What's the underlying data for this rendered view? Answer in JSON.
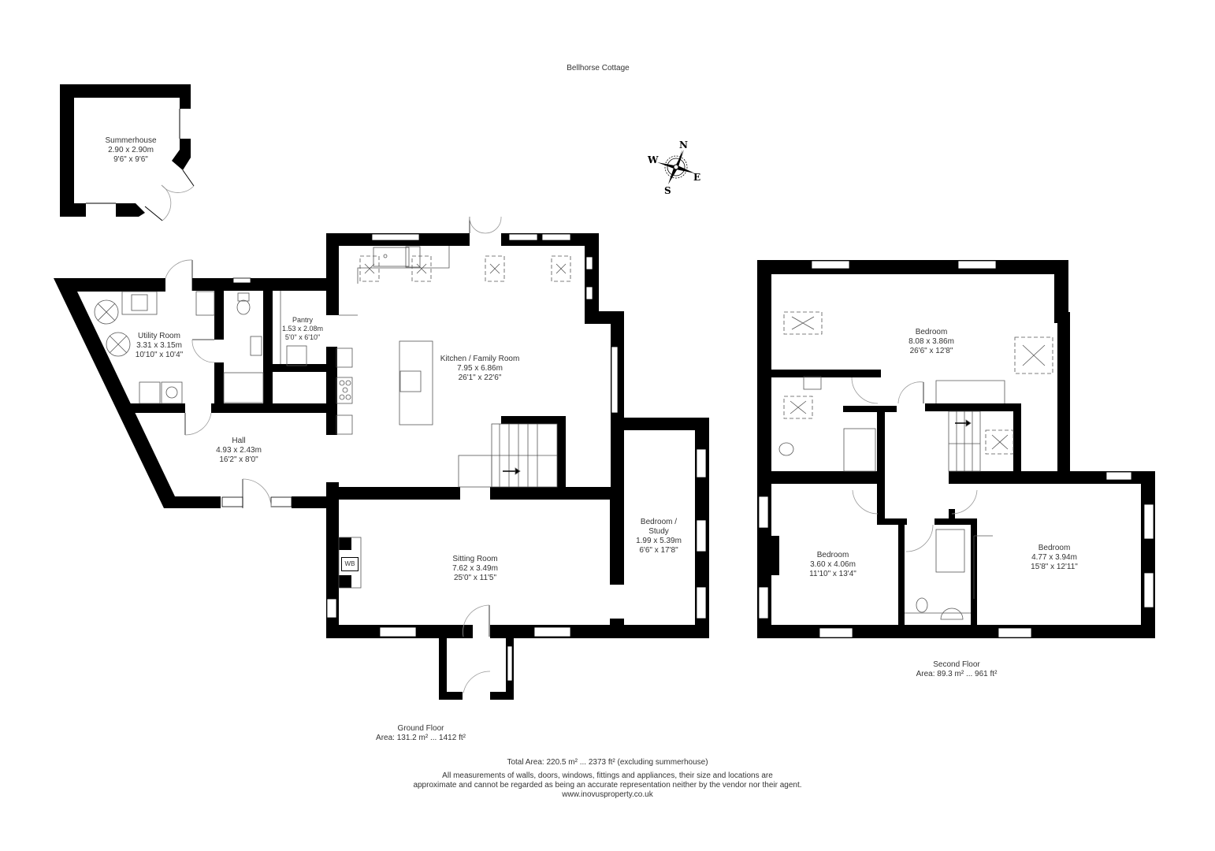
{
  "property_title": "Bellhorse Cottage",
  "compass": {
    "n": "N",
    "e": "E",
    "s": "S",
    "w": "W"
  },
  "summerhouse": {
    "name": "Summerhouse",
    "metric": "2.90 x 2.90m",
    "imperial": "9'6\" x 9'6\""
  },
  "ground_floor": {
    "label": "Ground Floor",
    "area": "Area: 131.2 m² ... 1412 ft²",
    "rooms": [
      {
        "name": "Utility Room",
        "metric": "3.31 x 3.15m",
        "imperial": "10'10\" x 10'4\""
      },
      {
        "name": "Pantry",
        "metric": "1.53 x 2.08m",
        "imperial": "5'0\" x 6'10\""
      },
      {
        "name": "Kitchen / Family Room",
        "metric": "7.95 x 6.86m",
        "imperial": "26'1\" x 22'6\""
      },
      {
        "name": "Hall",
        "metric": "4.93 x 2.43m",
        "imperial": "16'2\" x 8'0\""
      },
      {
        "name": "Sitting Room",
        "metric": "7.62 x 3.49m",
        "imperial": "25'0\" x 11'5\""
      },
      {
        "name_line1": "Bedroom /",
        "name_line2": "Study",
        "metric": "1.99 x 5.39m",
        "imperial": "6'6\" x 17'8\""
      }
    ],
    "fixtures": {
      "wood_burner": "WB"
    }
  },
  "second_floor": {
    "label": "Second Floor",
    "area": "Area: 89.3 m² ... 961 ft²",
    "rooms": [
      {
        "name": "Bedroom",
        "metric": "8.08 x 3.86m",
        "imperial": "26'6\" x 12'8\""
      },
      {
        "name": "Bedroom",
        "metric": "3.60 x 4.06m",
        "imperial": "11'10\" x 13'4\""
      },
      {
        "name": "Bedroom",
        "metric": "4.77 x 3.94m",
        "imperial": "15'8\" x 12'11\""
      }
    ]
  },
  "footer": {
    "total_area": "Total Area: 220.5 m² ... 2373 ft² (excluding summerhouse)",
    "disclaimer_line1": "All measurements of walls, doors, windows, fittings and appliances, their size and locations are",
    "disclaimer_line2": "approximate and cannot be regarded as being an accurate representation neither by the vendor nor their agent.",
    "website": "www.inovusproperty.co.uk"
  },
  "colors": {
    "wall": "#000000",
    "background": "#ffffff",
    "text": "#333333",
    "fixture_line": "#555555"
  }
}
